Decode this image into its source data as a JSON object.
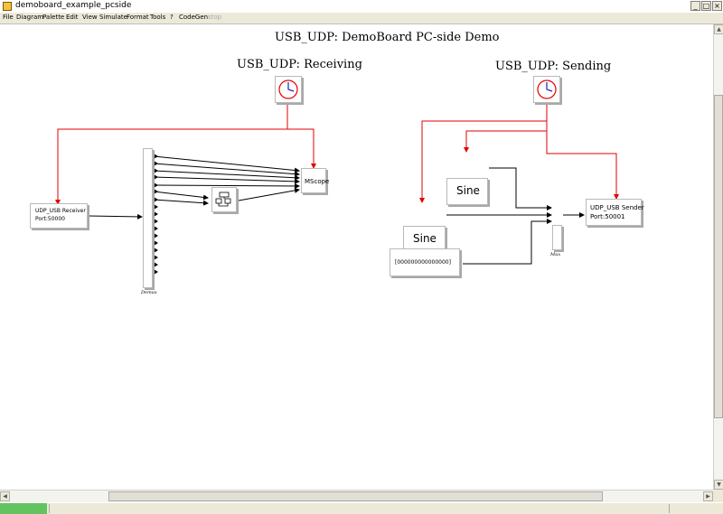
{
  "window": {
    "title": "demoboard_example_pcside"
  },
  "menu": {
    "items": [
      "File",
      "Diagram",
      "Palette",
      "Edit",
      "View",
      "Simulate",
      "Format",
      "Tools",
      "?",
      "CodeGen",
      "stop"
    ]
  },
  "diagram": {
    "main_title": "USB_UDP: DemoBoard PC-side Demo",
    "receiving_title": "USB_UDP: Receiving",
    "sending_title": "USB_UDP: Sending",
    "udp_receiver": {
      "line1": "UDP_USB Receiver",
      "line2": "Port:50000"
    },
    "demux_label": "Demux",
    "mscope_label": "MScope",
    "sine1_label": "Sine",
    "sine2_label": "Sine",
    "mux_label": "Mux",
    "udp_sender": {
      "line1": "UDP_USB Sender",
      "line2": "Port:50001"
    },
    "constant_value": "[000000000000000]"
  },
  "colors": {
    "activation_wire": "#e00000",
    "data_wire": "#000000",
    "clock_face": "#2020c0",
    "status_green": "#63c35f"
  }
}
